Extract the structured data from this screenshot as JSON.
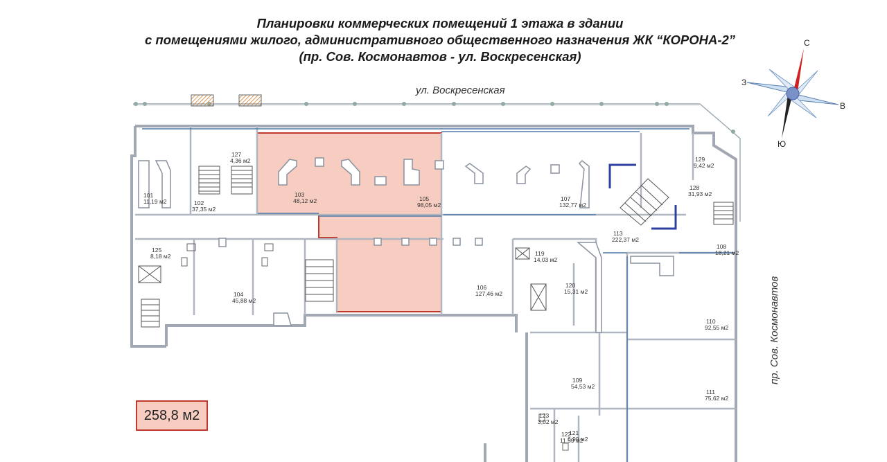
{
  "title": {
    "line1": "Планировки коммерческих помещений 1 этажа в здании",
    "line2": "с помещениями жилого, административного общественного назначения ЖК “КОРОНА-2”",
    "line3": "(пр. Сов. Космонавтов - ул. Воскресенская)"
  },
  "streets": {
    "top": "ул. Воскресенская",
    "right": "пр. Сов. Космонавтов"
  },
  "compass": {
    "n": "С",
    "s": "Ю",
    "w": "З",
    "e": "В"
  },
  "selected_area": "258,8 м2",
  "colors": {
    "highlight_fill": "#f6cdc0",
    "highlight_stroke": "#c0392b",
    "wall": "#a1a8b4",
    "glazing": "#4f78a8",
    "stairs": "#3040a0"
  },
  "rooms": {
    "r101": {
      "num": "101",
      "area": "11,19 м2"
    },
    "r102": {
      "num": "102",
      "area": "37,35 м2"
    },
    "r103": {
      "num": "103",
      "area": "48,12 м2"
    },
    "r104": {
      "num": "104",
      "area": "45,88 м2"
    },
    "r105": {
      "num": "105",
      "area": "98,05 м2"
    },
    "r106": {
      "num": "106",
      "area": "127,46 м2"
    },
    "r107": {
      "num": "107",
      "area": "132,77 м2"
    },
    "r108": {
      "num": "108",
      "area": "18,21 м2"
    },
    "r109": {
      "num": "109",
      "area": "54,53 м2"
    },
    "r110": {
      "num": "110",
      "area": "92,55 м2"
    },
    "r111": {
      "num": "111",
      "area": "75,62 м2"
    },
    "r113": {
      "num": "113",
      "area": "222,37 м2"
    },
    "r119": {
      "num": "119",
      "area": "14,03 м2"
    },
    "r120": {
      "num": "120",
      "area": "15,31 м2"
    },
    "r121": {
      "num": "121",
      "area": "6,99 м2"
    },
    "r122": {
      "num": "122",
      "area": "11,59 м2"
    },
    "r123": {
      "num": "123",
      "area": "3,02 м2"
    },
    "r125": {
      "num": "125",
      "area": "8,18 м2"
    },
    "r127": {
      "num": "127",
      "area": "4,36 м2"
    },
    "r128": {
      "num": "128",
      "area": "31,93 м2"
    },
    "r129": {
      "num": "129",
      "area": "9,42 м2"
    }
  }
}
